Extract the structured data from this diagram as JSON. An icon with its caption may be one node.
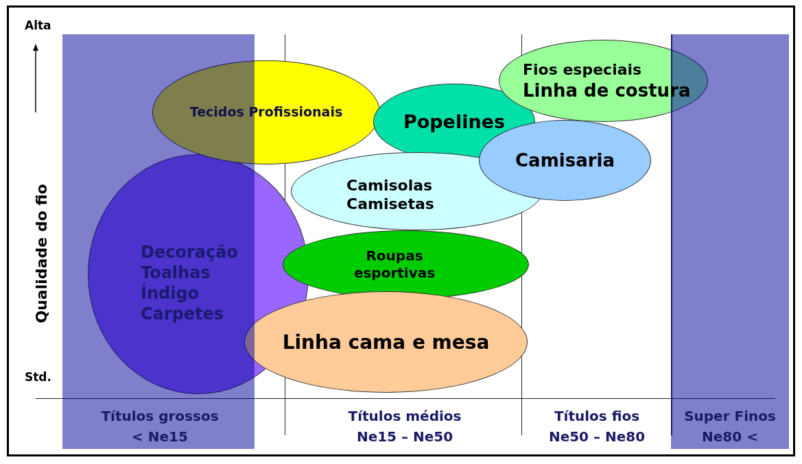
{
  "diagram": {
    "nodes": [
      {
        "text": [
          "Tecidos Profissionais"
        ]
      },
      {
        "text": [
          "Popelines"
        ]
      },
      {
        "text": [
          "Fios especiais",
          "Linha de costura"
        ]
      },
      {
        "text": [
          "Camisaria"
        ]
      },
      {
        "text": [
          "Camisolas",
          "Camisetas"
        ]
      },
      {
        "text": [
          "Decoração",
          "Toalhas",
          "Índigo",
          "Carpetes"
        ]
      },
      {
        "text": [
          "Roupas esportivas"
        ]
      },
      {
        "text": [
          "Linha cama e mesa"
        ]
      }
    ],
    "labels": [
      "Alta",
      "Qualidade do fio",
      "Std.",
      "Títulos grossos",
      "< Ne15",
      "Títulos médios",
      "Ne15 – Ne50",
      "Títulos fios",
      "Ne50 – Ne80",
      "Super Finos",
      "Ne80 <"
    ]
  }
}
